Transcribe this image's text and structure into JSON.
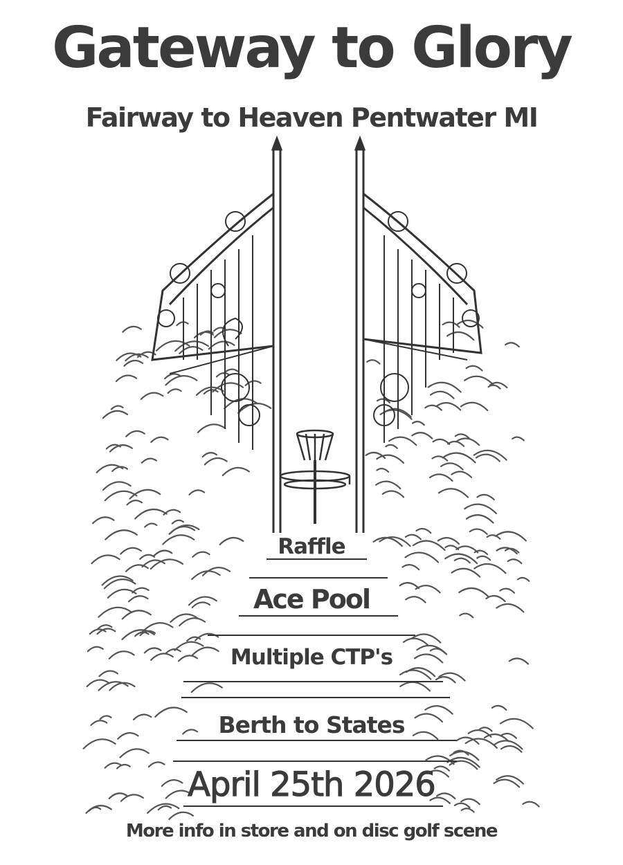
{
  "poster": {
    "title": "Gateway to Glory",
    "subtitle": "Fairway to Heaven Pentwater MI",
    "features": [
      "Raffle",
      "Ace Pool",
      "Multiple CTP's",
      "Berth to States"
    ],
    "date": "April 25th 2026",
    "footer": "More info in store and on disc golf scene"
  },
  "colors": {
    "ink": "#3b3b3b",
    "background": "#ffffff"
  }
}
